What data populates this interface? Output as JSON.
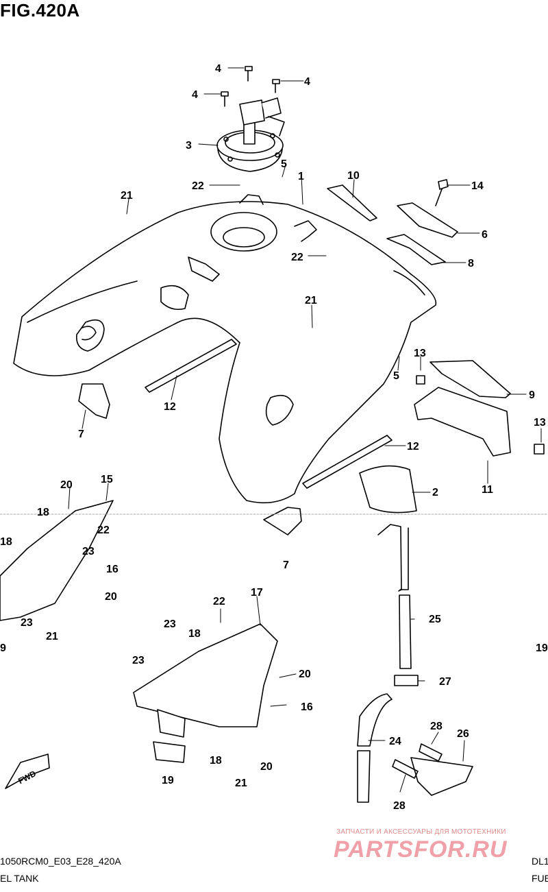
{
  "figure": {
    "title": "FIG.420A"
  },
  "callouts": [
    {
      "id": "c4a",
      "label": "4"
    },
    {
      "id": "c4b",
      "label": "4"
    },
    {
      "id": "c4c",
      "label": "4"
    },
    {
      "id": "c3",
      "label": "3"
    },
    {
      "id": "c5a",
      "label": "5"
    },
    {
      "id": "c1",
      "label": "1"
    },
    {
      "id": "c10",
      "label": "10"
    },
    {
      "id": "c14",
      "label": "14"
    },
    {
      "id": "c22a",
      "label": "22"
    },
    {
      "id": "c21a",
      "label": "21"
    },
    {
      "id": "c6",
      "label": "6"
    },
    {
      "id": "c22b",
      "label": "22"
    },
    {
      "id": "c8",
      "label": "8"
    },
    {
      "id": "c21b",
      "label": "21"
    },
    {
      "id": "c13a",
      "label": "13"
    },
    {
      "id": "c5b",
      "label": "5"
    },
    {
      "id": "c9",
      "label": "9"
    },
    {
      "id": "c12a",
      "label": "12"
    },
    {
      "id": "c7a",
      "label": "7"
    },
    {
      "id": "c13b",
      "label": "13"
    },
    {
      "id": "c12b",
      "label": "12"
    },
    {
      "id": "c11",
      "label": "11"
    },
    {
      "id": "c2",
      "label": "2"
    },
    {
      "id": "c20a",
      "label": "20"
    },
    {
      "id": "c15",
      "label": "15"
    },
    {
      "id": "c18a",
      "label": "18"
    },
    {
      "id": "c22c",
      "label": "22"
    },
    {
      "id": "c18b",
      "label": "18"
    },
    {
      "id": "c23a",
      "label": "23"
    },
    {
      "id": "c16a",
      "label": "16"
    },
    {
      "id": "c7b",
      "label": "7"
    },
    {
      "id": "c20b",
      "label": "20"
    },
    {
      "id": "c23b",
      "label": "23"
    },
    {
      "id": "c21c",
      "label": "21"
    },
    {
      "id": "c19a",
      "label": "9"
    },
    {
      "id": "c22d",
      "label": "22"
    },
    {
      "id": "c17",
      "label": "17"
    },
    {
      "id": "c25",
      "label": "25"
    },
    {
      "id": "c23c",
      "label": "23"
    },
    {
      "id": "c18c",
      "label": "18"
    },
    {
      "id": "c19b",
      "label": "19"
    },
    {
      "id": "c23d",
      "label": "23"
    },
    {
      "id": "c20c",
      "label": "20"
    },
    {
      "id": "c27",
      "label": "27"
    },
    {
      "id": "c16b",
      "label": "16"
    },
    {
      "id": "c28a",
      "label": "28"
    },
    {
      "id": "c26",
      "label": "26"
    },
    {
      "id": "c24",
      "label": "24"
    },
    {
      "id": "c18d",
      "label": "18"
    },
    {
      "id": "c20d",
      "label": "20"
    },
    {
      "id": "c21d",
      "label": "21"
    },
    {
      "id": "c19c",
      "label": "19"
    },
    {
      "id": "c28b",
      "label": "28"
    }
  ],
  "fwd_label": "FWD",
  "footer": {
    "code": "1050RCM0_E03_E28_420A",
    "left_caption": "EL TANK",
    "right_code": "DL1",
    "right_caption": "FUE"
  },
  "watermark": {
    "tagline": "ЗАПЧАСТИ И АКСЕССУАРЫ ДЛЯ МОТОТЕХНИКИ",
    "brand": "PARTSFOR.RU"
  }
}
